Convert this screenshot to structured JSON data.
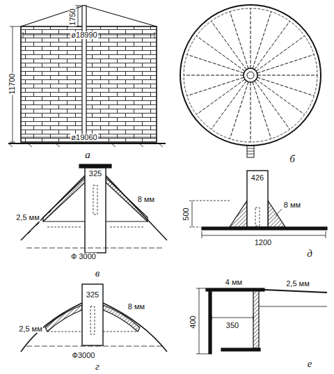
{
  "diagram": {
    "labels": [
      "1750",
      "ø18990",
      "11700",
      "ø19060",
      "а",
      "б",
      "325",
      "8 мм",
      "2,5 мм",
      "Ф 3000",
      "в",
      "426",
      "500",
      "8 мм",
      "1200",
      "д",
      "325",
      "8 мм",
      "2,5 мм",
      "Ф3000",
      "г",
      "4 мм",
      "2,5 мм",
      "400",
      "350",
      "е"
    ]
  }
}
